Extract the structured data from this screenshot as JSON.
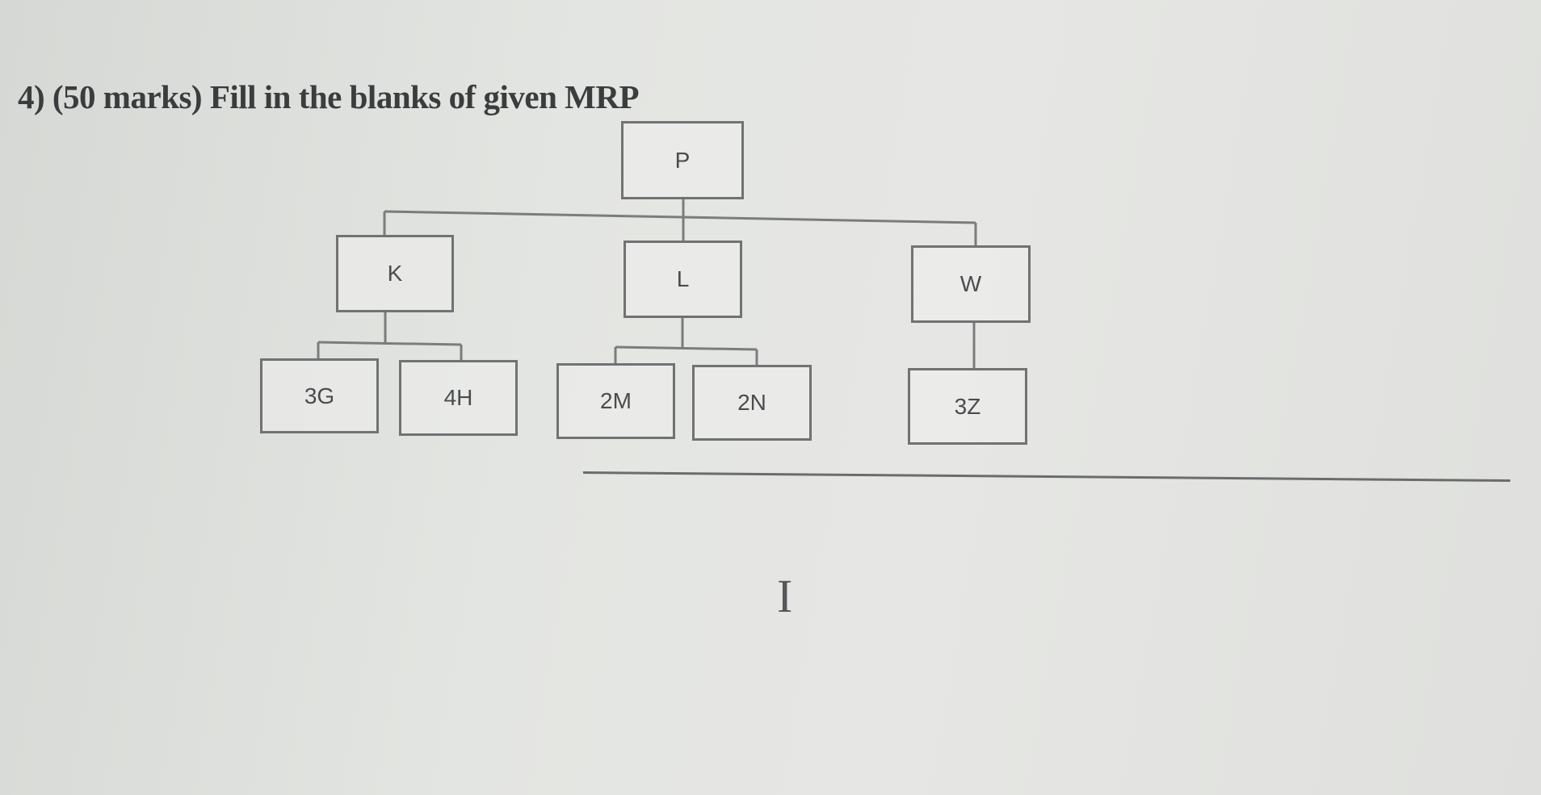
{
  "question": {
    "title": "4) (50 marks) Fill in the blanks of given MRP"
  },
  "bom_tree": {
    "root": {
      "label": "P"
    },
    "level1": [
      {
        "label": "K"
      },
      {
        "label": "L"
      },
      {
        "label": "W"
      }
    ],
    "level2": [
      {
        "label": "3G",
        "parent": "K"
      },
      {
        "label": "4H",
        "parent": "K"
      },
      {
        "label": "2M",
        "parent": "L"
      },
      {
        "label": "2N",
        "parent": "L"
      },
      {
        "label": "3Z",
        "parent": "W"
      }
    ]
  },
  "icons": {
    "cursor": "text-cursor-icon"
  },
  "colors": {
    "box_border": "#707274",
    "text": "#4a4c4e",
    "background": "#e3e5e2"
  }
}
